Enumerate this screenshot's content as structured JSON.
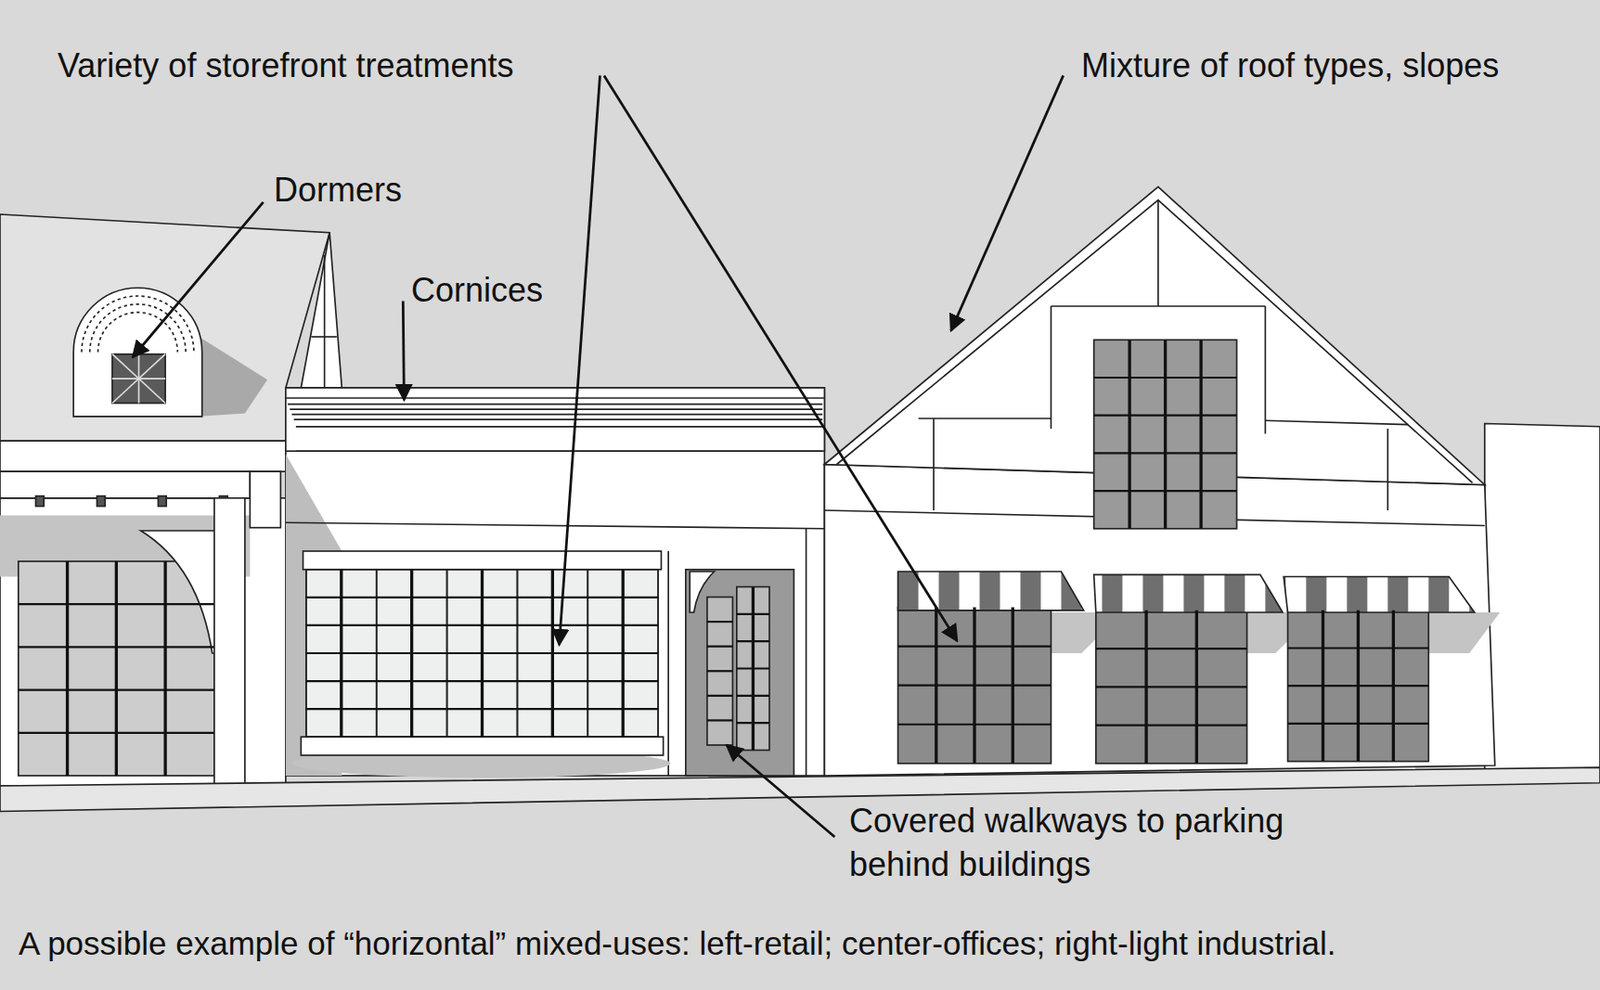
{
  "diagram": {
    "caption": "A possible example of “horizontal” mixed-uses: left-retail; center-offices; right-light industrial.",
    "labels": [
      "Variety of storefront treatments",
      "Mixture of roof types, slopes",
      "Dormers",
      "Cornices",
      "Covered walkways to parking behind buildings"
    ]
  }
}
